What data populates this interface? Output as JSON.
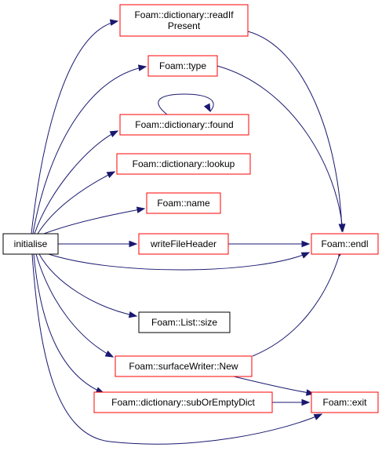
{
  "graph": {
    "root": "initialise",
    "colors": {
      "root_fill": "#bfbfbf",
      "root_border": "#000000",
      "linked_border": "#ff0000",
      "plain_border": "#000000",
      "edge": "#191970"
    },
    "nodes": [
      {
        "id": "initialise",
        "lines": [
          "initialise"
        ],
        "style": "root"
      },
      {
        "id": "readIfPresent",
        "lines": [
          "Foam::dictionary::readIf",
          "Present"
        ],
        "style": "linked"
      },
      {
        "id": "type",
        "lines": [
          "Foam::type"
        ],
        "style": "linked"
      },
      {
        "id": "found",
        "lines": [
          "Foam::dictionary::found"
        ],
        "style": "linked"
      },
      {
        "id": "lookup",
        "lines": [
          "Foam::dictionary::lookup"
        ],
        "style": "linked"
      },
      {
        "id": "name",
        "lines": [
          "Foam::name"
        ],
        "style": "linked"
      },
      {
        "id": "writeFileHeader",
        "lines": [
          "writeFileHeader"
        ],
        "style": "linked"
      },
      {
        "id": "endl",
        "lines": [
          "Foam::endl"
        ],
        "style": "linked"
      },
      {
        "id": "size",
        "lines": [
          "Foam::List::size"
        ],
        "style": "plain"
      },
      {
        "id": "New",
        "lines": [
          "Foam::surfaceWriter::New"
        ],
        "style": "linked"
      },
      {
        "id": "subOrEmptyDict",
        "lines": [
          "Foam::dictionary::subOrEmptyDict"
        ],
        "style": "linked"
      },
      {
        "id": "exit",
        "lines": [
          "Foam::exit"
        ],
        "style": "linked"
      }
    ],
    "edges": [
      {
        "from": "initialise",
        "to": "readIfPresent"
      },
      {
        "from": "initialise",
        "to": "type"
      },
      {
        "from": "initialise",
        "to": "found"
      },
      {
        "from": "initialise",
        "to": "lookup"
      },
      {
        "from": "initialise",
        "to": "name"
      },
      {
        "from": "initialise",
        "to": "writeFileHeader"
      },
      {
        "from": "initialise",
        "to": "endl"
      },
      {
        "from": "initialise",
        "to": "size"
      },
      {
        "from": "initialise",
        "to": "New"
      },
      {
        "from": "initialise",
        "to": "subOrEmptyDict"
      },
      {
        "from": "initialise",
        "to": "exit"
      },
      {
        "from": "readIfPresent",
        "to": "endl"
      },
      {
        "from": "type",
        "to": "endl"
      },
      {
        "from": "found",
        "to": "found"
      },
      {
        "from": "writeFileHeader",
        "to": "endl"
      },
      {
        "from": "New",
        "to": "endl"
      },
      {
        "from": "New",
        "to": "exit"
      },
      {
        "from": "subOrEmptyDict",
        "to": "exit"
      }
    ]
  }
}
